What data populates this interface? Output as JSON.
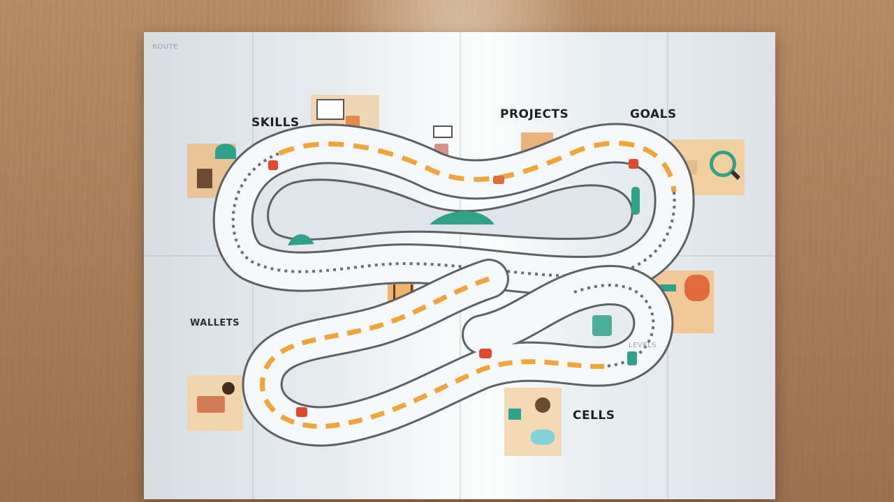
{
  "labels": {
    "skills": "SKILLS",
    "projects": "PROJECTS",
    "goals": "GOALS",
    "wallet": "WALLETS",
    "cells": "CELLS",
    "corner_note": "ROUTE",
    "small_note": "LEVELS"
  },
  "colors": {
    "table": "#a97e5a",
    "paper": "#eef2f4",
    "road": "#f7f8f9",
    "road_edge": "#5d6166",
    "dash_orange": "#f0a53a",
    "dash_red": "#e0492f",
    "dash_gray": "#6a6f75",
    "teal": "#2fa38a"
  },
  "icons": [
    "sign-board-icon",
    "clipboard-icon",
    "magnifier-icon",
    "wooden-crate-icon",
    "flag-marker-icon",
    "plant-pot-icon"
  ]
}
